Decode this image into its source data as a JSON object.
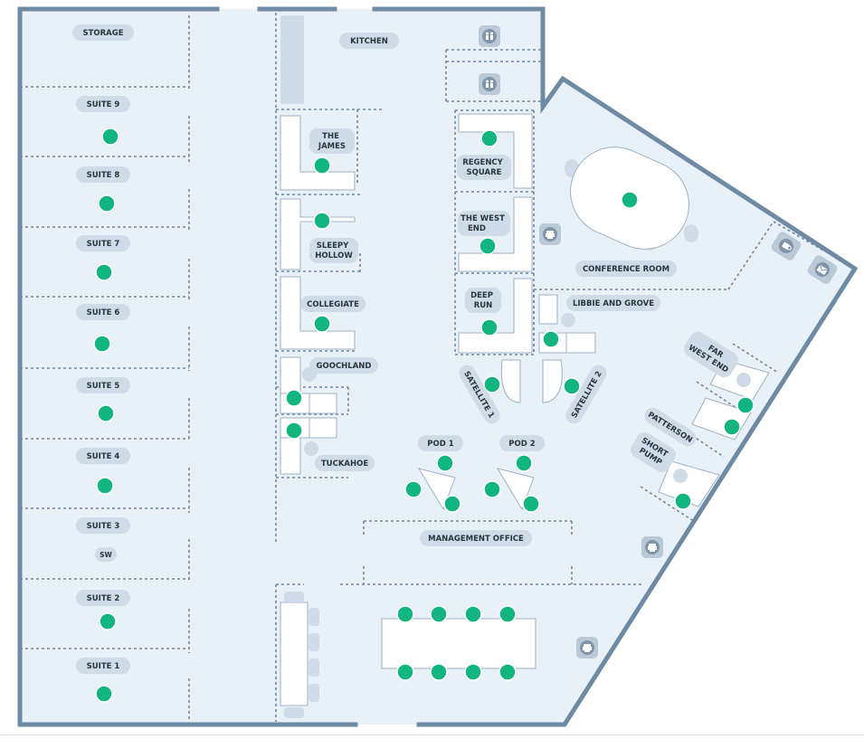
{
  "floor": {
    "colors": {
      "floor": "#e8f0f8",
      "wall": "#6f8aa3",
      "seat_available": "#12b57f",
      "label_pill": "#cfdbe6"
    }
  },
  "rooms": {
    "storage": "STORAGE",
    "kitchen": "KITCHEN",
    "suite9": "SUITE 9",
    "suite8": "SUITE 8",
    "suite7": "SUITE 7",
    "suite6": "SUITE 6",
    "suite5": "SUITE 5",
    "suite4": "SUITE 4",
    "suite3": "SUITE 3",
    "suite2": "SUITE 2",
    "suite1": "SUITE 1",
    "sw": "SW",
    "the_james": [
      "THE",
      "JAMES"
    ],
    "sleepy_hollow": [
      "SLEEPY",
      "HOLLOW"
    ],
    "collegiate": "COLLEGIATE",
    "goochland": "GOOCHLAND",
    "tuckahoe": "TUCKAHOE",
    "regency_square": [
      "REGENCY",
      "SQUARE"
    ],
    "the_west_end": [
      "THE WEST",
      "END"
    ],
    "deep_run": [
      "DEEP",
      "RUN"
    ],
    "conference_room": "CONFERENCE ROOM",
    "libbie_and_grove": "LIBBIE AND GROVE",
    "satellite1": "SATELLITE 1",
    "satellite2": "SATELLITE 2",
    "pod1": "POD 1",
    "pod2": "POD 2",
    "management_office": "MANAGEMENT OFFICE",
    "far_west_end": [
      "FAR",
      "WEST END"
    ],
    "patterson": "PATTERSON",
    "short_pump": [
      "SHORT",
      "PUMP"
    ]
  },
  "icons": {
    "restroom": "restroom-icon",
    "printer": "printer-icon",
    "coffee": "coffee-icon",
    "mail": "mail-icon"
  }
}
